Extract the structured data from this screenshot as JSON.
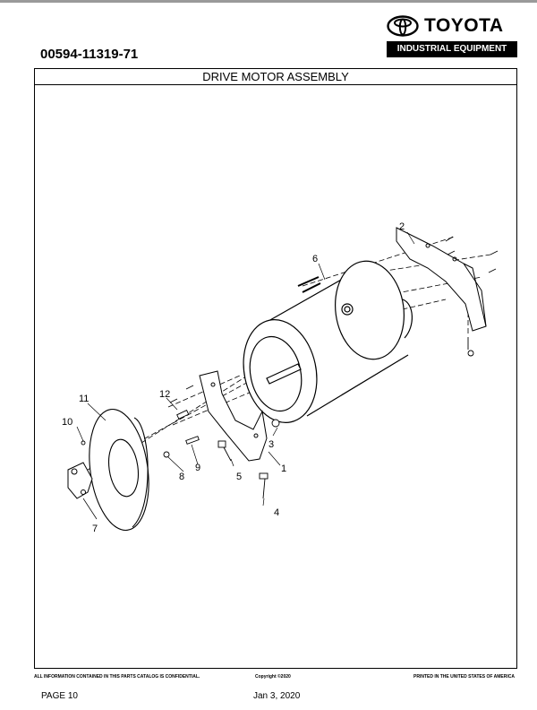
{
  "brand": {
    "name": "TOYOTA",
    "division": "INDUSTRIAL EQUIPMENT"
  },
  "document": {
    "part_number": "00594-11319-71",
    "title": "DRIVE MOTOR ASSEMBLY"
  },
  "diagram": {
    "callouts": [
      "1",
      "2",
      "3",
      "4",
      "5",
      "6",
      "7",
      "8",
      "9",
      "10",
      "11",
      "12"
    ]
  },
  "footer": {
    "confidential": "ALL INFORMATION CONTAINED IN THIS PARTS CATALOG IS CONFIDENTIAL.",
    "copyright": "Copyright ©2020",
    "printed": "PRINTED IN THE UNITED STATES OF AMERICA",
    "page": "PAGE 10",
    "date": "Jan 3, 2020"
  }
}
